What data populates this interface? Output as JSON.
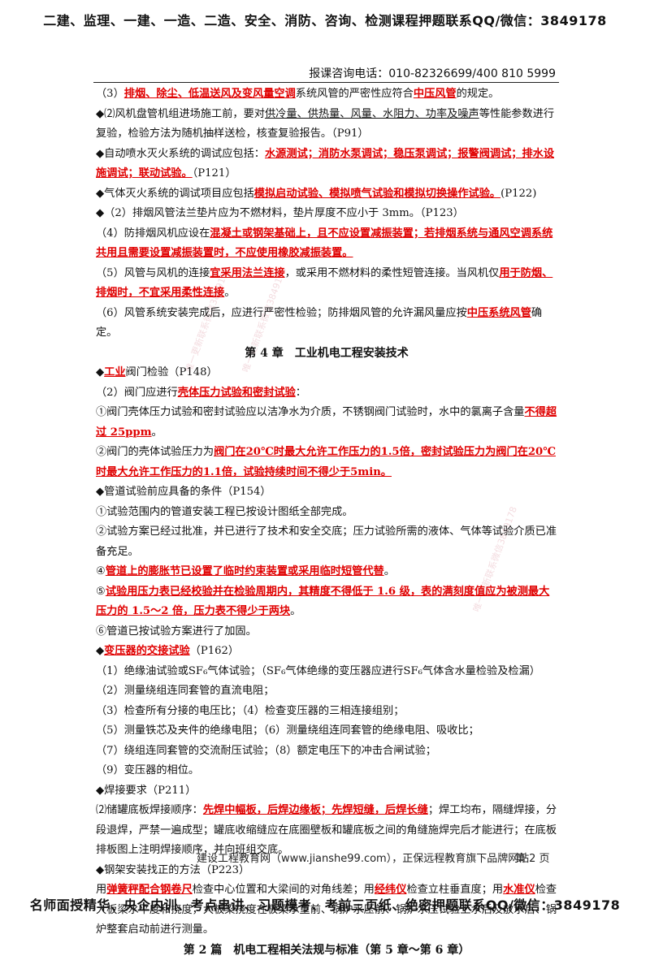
{
  "banner_top": "二建、监理、一建、一造、二造、安全、消防、咨询、检测课程押题联系QQ/微信：3849178",
  "hotline": "报课咨询电话：010-82326699/400 810 5999",
  "lines": {
    "l1": {
      "a": "（3）",
      "b": "排烟、除尘、低温送风及变风量空调",
      "c": "系统风管的严密性应符合",
      "d": "中压风管",
      "e": "的规定。"
    },
    "l2": {
      "a": "◆⑵风机盘管机组进场施工前，要对",
      "b": "供冷量、供热量、风量、水阻力、功率及噪声",
      "c": "等性能参数进行复验，检验方法为随机抽样送检，核查复验报告。（P91）"
    },
    "l3": {
      "a": "◆自动喷水灭火系统的调试应包括：",
      "b": "水源测试；消防水泵调试；稳压泵调试；报警阀调试；排水设施调试；联动试验。",
      "c": "（P121）"
    },
    "l4": {
      "a": "◆气体灭火系统的调试项目应包括",
      "b": "模拟启动试验、模拟喷气试验和模拟切换操作试验。",
      "c": "(P122)"
    },
    "l5": {
      "a": "◆（2）排烟风管法兰垫片应为不燃材料，垫片厚度不应小于 3mm。（P123）"
    },
    "l6": {
      "a": "（4）防排烟风机应设在",
      "b": "混凝土或钢架基础上，且不应设置减振装置；若排烟系统与通风空调系统共用且需要设置减振装置时，不应使用橡胶减振装置。"
    },
    "l7": {
      "a": "（5）风管与风机的连接",
      "b": "宜采用法兰连接",
      "c": "，或采用不燃材料的柔性短管连接。当风机仅",
      "d": "用于防烟、排烟时，不宜采用柔性连接",
      "e": "。"
    },
    "l8": {
      "a": "（6）风管系统安装完成后，应进行严密性检验；防排烟风管的允许漏风量应按",
      "b": "中压系统风管",
      "c": "确定。"
    },
    "ch4": "第 4 章　工业机电工程安装技术",
    "l9": {
      "a": "◆",
      "b": "工业",
      "c": "阀门检验（P148）"
    },
    "l10": {
      "a": "（2）阀门应进行",
      "b": "壳体压力试验和密封试验",
      "c": "："
    },
    "l11": {
      "a": "①阀门壳体压力试验和密封试验应以洁净水为介质，不锈钢阀门试验时，水中的氯离子含量",
      "b": "不得超过 25ppm",
      "c": "。"
    },
    "l12": {
      "a": "②阀门的壳体试验压力为",
      "b": "阀门在20℃时最大允许工作压力的1.5倍，密封试验压力为阀门在20℃时最大允许工作压力的1.1倍，试验持续时间不得少于5min。"
    },
    "l13": {
      "a": "◆管道试验前应具备的条件（P154）"
    },
    "l14": {
      "a": "①试验范围内的管道安装工程已按设计图纸全部完成。"
    },
    "l15": {
      "a": "②试验方案已经过批准，并已进行了技术和安全交底；压力试验所需的液体、气体等试验介质已准备充足。"
    },
    "l16": {
      "a": "④",
      "b": "管道上的膨胀节已设置了临时约束装置或采用临时短管代替",
      "c": "。"
    },
    "l17": {
      "a": "⑤",
      "b": "试验用压力表已经校验并在检验周期内，其精度不得低于 1.6 级，表的满刻度值应为被测最大压力的 1.5～2 倍，压力表不得少于两块",
      "c": "。"
    },
    "l18": {
      "a": "⑥管道已按试验方案进行了加固。"
    },
    "l19": {
      "a": "◆",
      "b": "变压器的交接试验",
      "c": "（P162）"
    },
    "l20": {
      "a": "（1）绝缘油试验或SF₆气体试验；（SF₆气体绝缘的变压器应进行SF₆气体含水量检验及检漏）"
    },
    "l21": {
      "a": "（2）测量绕组连同套管的直流电阻；"
    },
    "l22": {
      "a": "（3）检查所有分接的电压比；（4）检查变压器的三相连接组别；"
    },
    "l23": {
      "a": "（5）测量铁芯及夹件的绝缘电阻；（6）测量绕组连同套管的绝缘电阻、吸收比；"
    },
    "l24": {
      "a": "（7）绕组连同套管的交流耐压试验；（8）额定电压下的冲击合闸试验；"
    },
    "l25": {
      "a": "（9）变压器的相位。"
    },
    "l26": {
      "a": "◆焊接要求（P211）"
    },
    "l27": {
      "a": "⑵储罐底板焊接顺序：",
      "b": "先焊中幅板，后焊边缘板；先焊短缝，后焊长缝",
      "c": "；焊工均布，隔缝焊接，分段退焊，严禁一遍成型；罐底收缩缝应在底圈壁板和罐底板之间的角缝施焊完后才能进行；在底板排板图上注明焊接顺序，并向班组交底。"
    },
    "l28": {
      "a": "◆钢架安装找正的方法（P223）"
    },
    "l29": {
      "a": "用",
      "b": "弹簧秤配合钢卷尺",
      "c": "检查中心位置和大梁间的对角线差；用",
      "d": "经纬仪",
      "e": "检查立柱垂直度；用",
      "f": "水准仪",
      "g": "检查大板梁水平度和挠度，大板梁挠度在板梁承重前、锅炉水压前、锅炉水压试验上水后及放水后、锅炉整套启动前进行测量。"
    },
    "part2": "第 2 篇　机电工程相关法规与标准（第 5 章～第 6 章）"
  },
  "footer": {
    "site": "建设工程教育网（www.jianshe99.com），正保远程教育旗下品牌网站",
    "page": "第 2 页"
  },
  "banner_bottom": "名师面授精华、央企内训、考点串讲、习题模考、考前三页纸、绝密押题联系QQ/微信：3849178",
  "watermark": "唯一更新联系微信3849178",
  "colors": {
    "highlight": "#e00000",
    "text": "#111111"
  }
}
